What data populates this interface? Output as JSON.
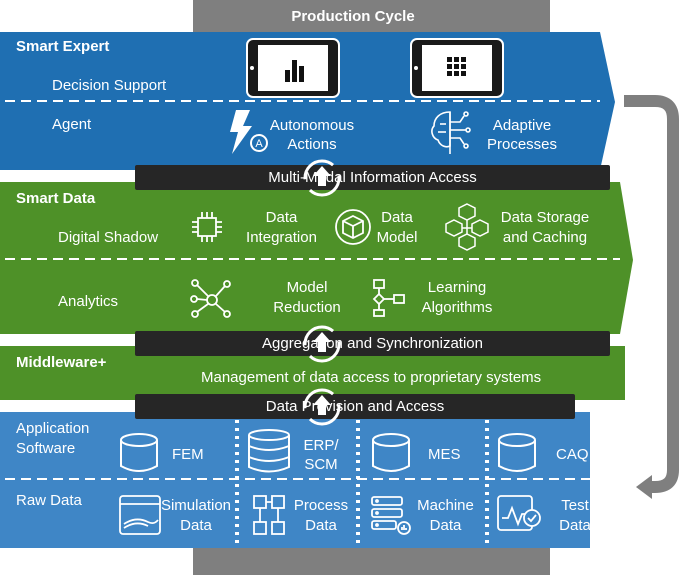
{
  "header": {
    "production_cycle": "Production Cycle"
  },
  "smart_expert": {
    "title": "Smart Expert",
    "decision_support": "Decision Support",
    "agent": "Agent",
    "autonomous_actions": [
      "Autonomous",
      "Actions"
    ],
    "adaptive_processes": [
      "Adaptive",
      "Processes"
    ]
  },
  "bar_multi_modal": "Multi-Modal Information Access",
  "smart_data": {
    "title": "Smart Data",
    "digital_shadow": "Digital Shadow",
    "data_integration": [
      "Data",
      "Integration"
    ],
    "data_model": [
      "Data",
      "Model"
    ],
    "data_storage": [
      "Data Storage",
      "and Caching"
    ],
    "analytics": "Analytics",
    "model_reduction": [
      "Model",
      "Reduction"
    ],
    "learning_algorithms": [
      "Learning",
      "Algorithms"
    ]
  },
  "bar_aggregation": "Aggregation and Synchronization",
  "middleware": {
    "title": "Middleware+",
    "description": "Management of data access to proprietary systems"
  },
  "bar_data_provision": "Data Provision and Access",
  "application_software": {
    "title": [
      "Application",
      "Software"
    ],
    "items": [
      [
        "FEM"
      ],
      [
        "ERP/",
        "SCM"
      ],
      [
        "MES"
      ],
      [
        "CAQ"
      ]
    ]
  },
  "raw_data": {
    "title": "Raw Data",
    "items": [
      [
        "Simulation",
        "Data"
      ],
      [
        "Process",
        "Data"
      ],
      [
        "Machine",
        "Data"
      ],
      [
        "Test",
        "Data"
      ]
    ]
  },
  "colors": {
    "blue": "#1F6FB2",
    "green": "#4E9128",
    "light_blue": "#3F86C6",
    "gray": "#7F7F7F",
    "bar": "#262626"
  }
}
